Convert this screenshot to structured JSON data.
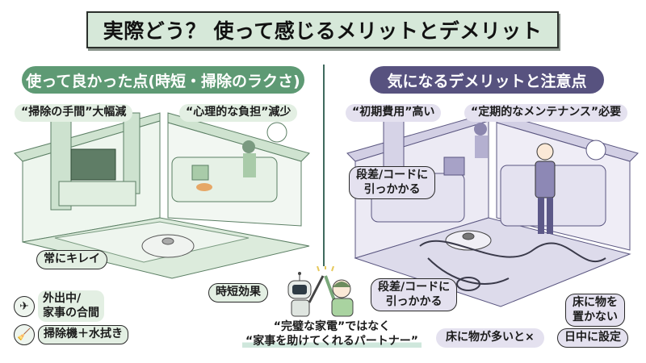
{
  "title": "実際どう？ 使って感じるメリットとデメリット",
  "left": {
    "header": "使って良かった点(時短・掃除のラクさ)",
    "theme_color": "#5e9a74",
    "callouts": [
      "“掃除の手間”大幅減",
      "“心理的な負担”減少",
      "常にキレイ",
      "時短効果"
    ],
    "badges": [
      {
        "icon": "airplane-icon",
        "glyph": "✈",
        "text_line1": "外出中/",
        "text_line2": "家事の合間"
      },
      {
        "icon": "mop-icon",
        "glyph": "🧹",
        "text": "掃除機＋水拭き"
      }
    ]
  },
  "right": {
    "header": "気になるデメリットと注意点",
    "theme_color": "#57527f",
    "callouts": [
      "“初期費用”高い",
      "“定期的なメンテナンス”必要",
      "段差/コードに引っかかる",
      "段差/コードに引っかかる",
      "床に物を置かない",
      "床に物が多いと×",
      "日中に設定"
    ],
    "callout_lines": {
      "snag1_l1": "段差/コードに",
      "snag1_l2": "引っかかる",
      "snag2_l1": "段差/コードに",
      "snag2_l2": "引っかかる",
      "floor_l1": "床に物を",
      "floor_l2": "置かない"
    }
  },
  "footer": {
    "line1": "“完璧な家電”ではなく",
    "line2": "“家事を助けてくれるパートナー”"
  },
  "colors": {
    "title_bg": "#d6e8d9",
    "green_room": "#dcebdc",
    "purple_room": "#dddbeb",
    "divider": "#3f6a5e"
  }
}
